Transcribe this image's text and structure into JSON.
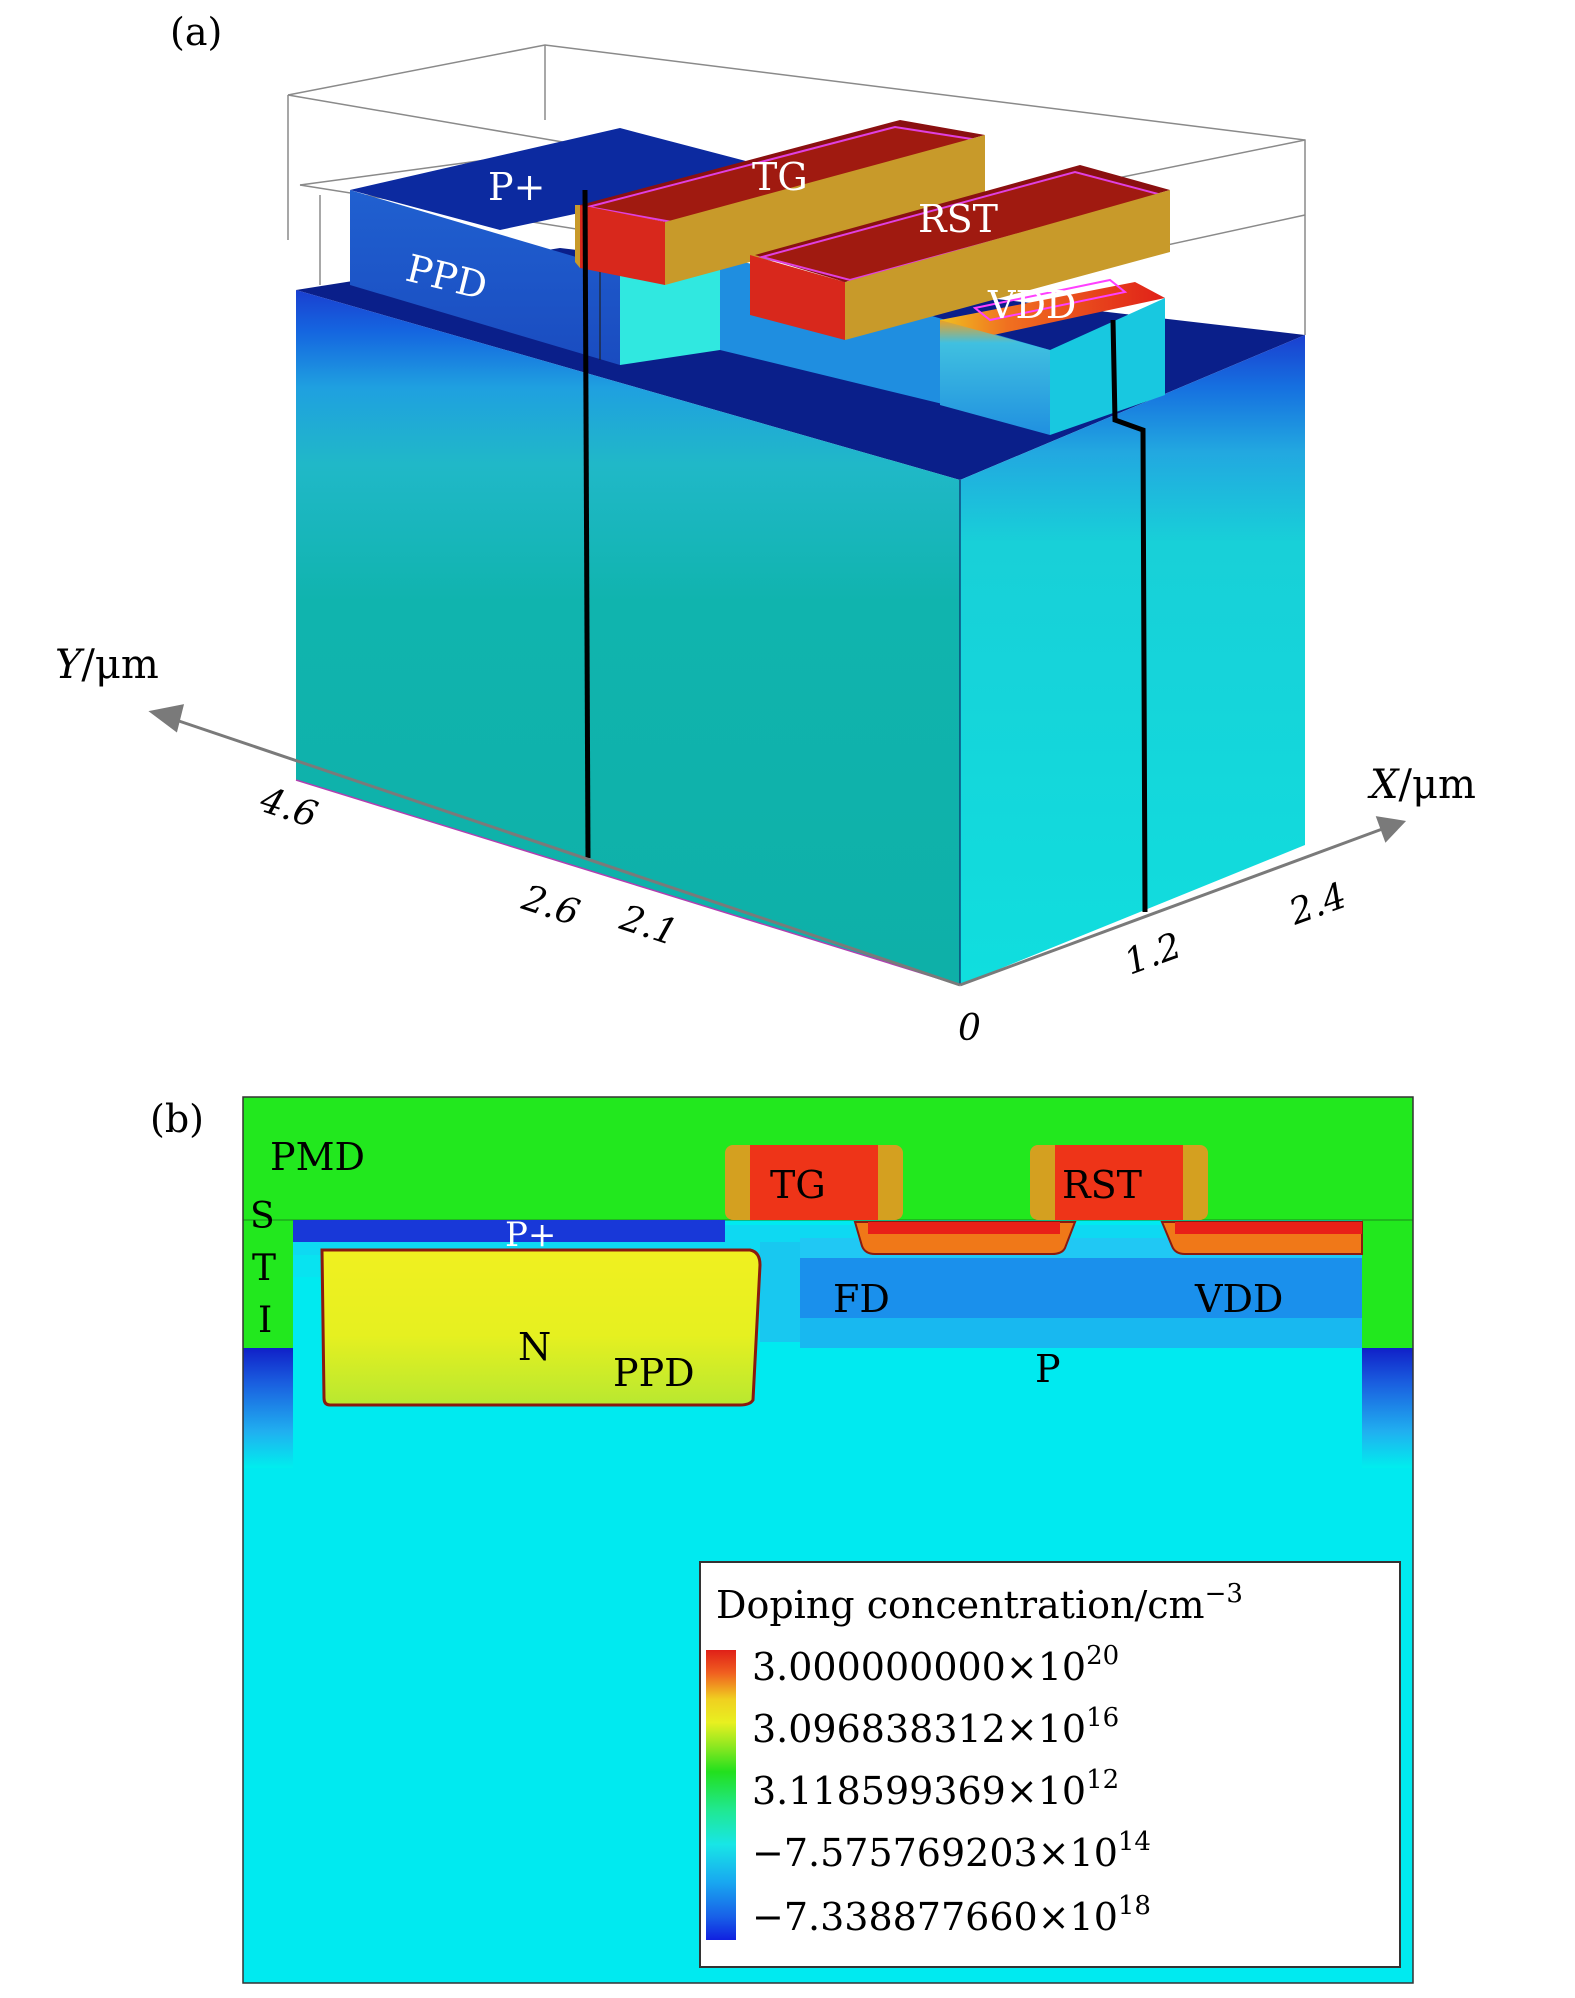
{
  "panel_a": {
    "label": "(a)",
    "regions": {
      "p_plus": "P+",
      "tg": "TG",
      "rst": "RST",
      "ppd": "PPD",
      "vdd": "VDD"
    },
    "axes": {
      "y_label_var": "Y",
      "y_label_unit": "/μm",
      "x_label_var": "X",
      "x_label_unit": "/μm",
      "y_ticks": [
        "4.6",
        "2.6",
        "2.1"
      ],
      "x_ticks": [
        "1.2",
        "2.4"
      ],
      "origin": "0"
    }
  },
  "panel_b": {
    "label": "(b)",
    "regions": {
      "pmd": "PMD",
      "sti_s": "S",
      "sti_t": "T",
      "sti_i": "I",
      "p_plus": "P+",
      "tg": "TG",
      "rst": "RST",
      "fd": "FD",
      "vdd": "VDD",
      "n": "N",
      "ppd": "PPD",
      "p": "P"
    },
    "legend": {
      "title": "Doping concentration/cm",
      "title_exp": "−3",
      "entries": [
        {
          "mantissa": "3.000000000",
          "times": "×10",
          "exp": "20",
          "color": "#e8201a"
        },
        {
          "mantissa": "3.096838312",
          "times": "×10",
          "exp": "16",
          "color": "#f2f21a"
        },
        {
          "mantissa": "3.118599369",
          "times": "×10",
          "exp": "12",
          "color": "#22e01e"
        },
        {
          "mantissa": "−7.575769203",
          "times": "×10",
          "exp": "14",
          "color": "#18e6e6"
        },
        {
          "mantissa": "−7.338877660",
          "times": "×10",
          "exp": "18",
          "color": "#1020e0"
        }
      ]
    }
  },
  "colors": {
    "pmd_green": "#22e81e",
    "silicon_cyan": "#00eeee",
    "deep_blue": "#0a1f9e",
    "gate_red": "#e8301c",
    "spacer_gold": "#d4a020",
    "ppd_yellow": "#e6f020",
    "teal_substrate": "#10b8b0"
  }
}
